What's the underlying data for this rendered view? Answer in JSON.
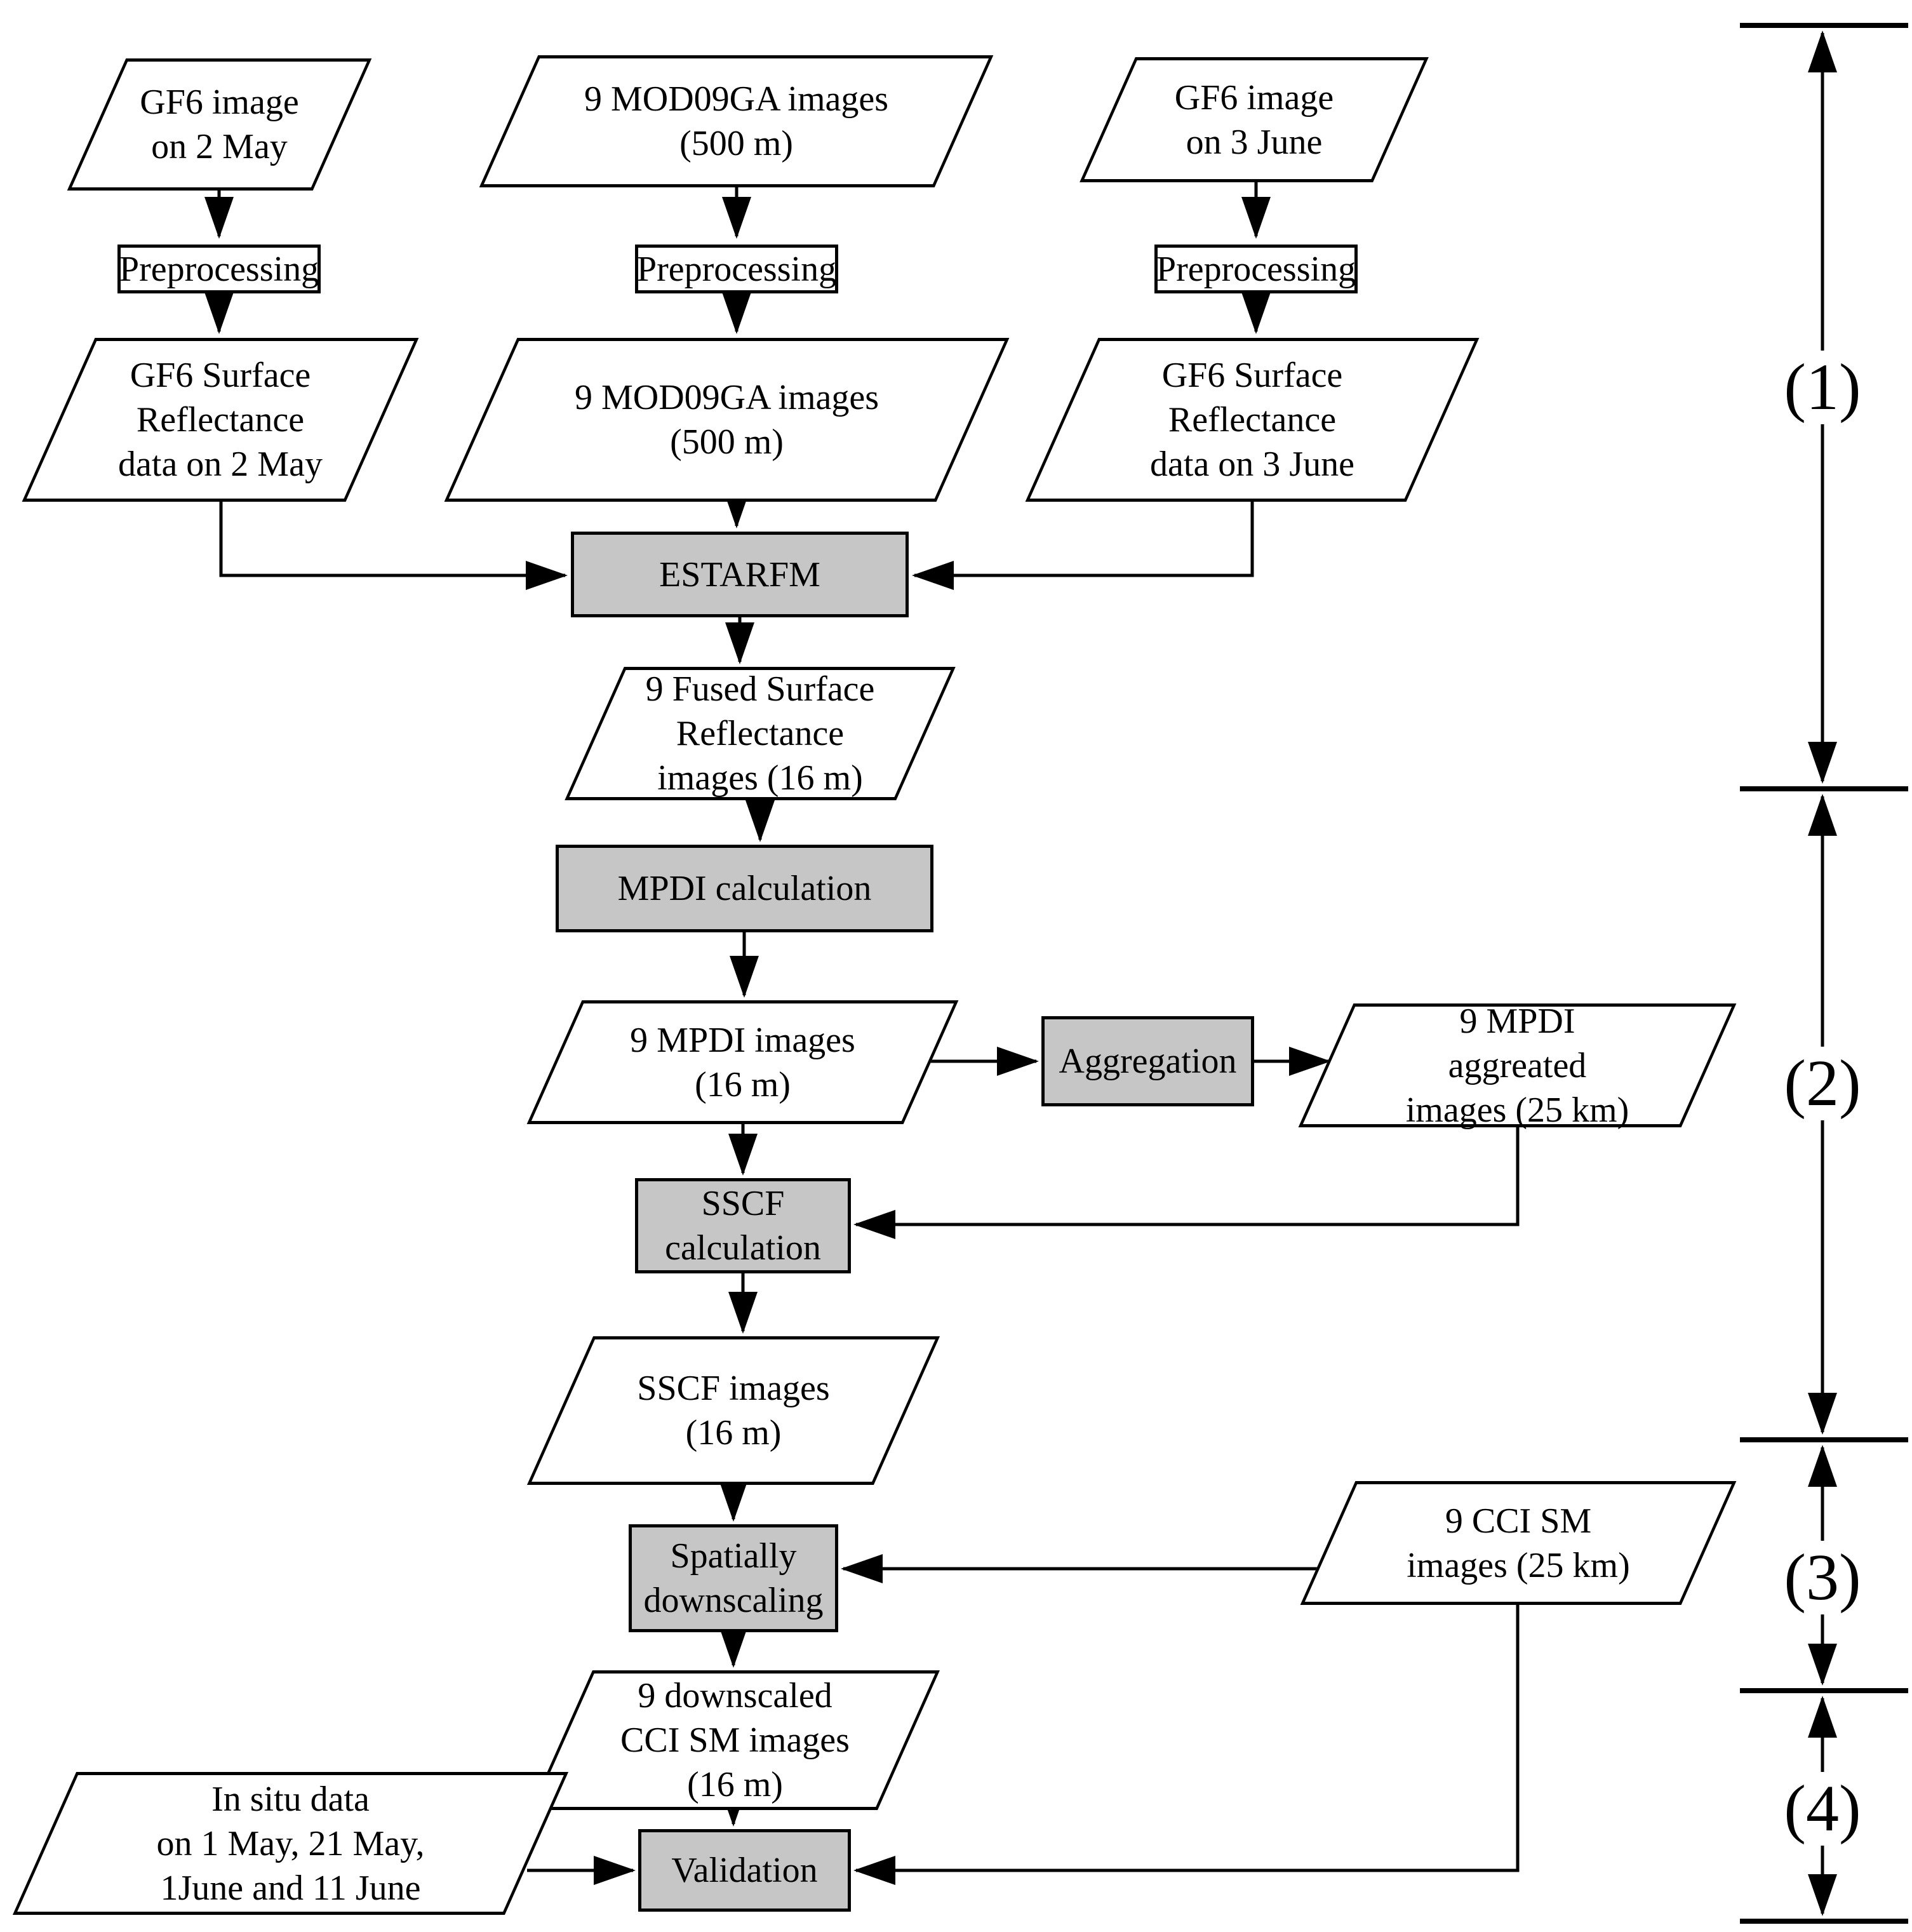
{
  "figure": {
    "title": "Flowchart of soil moisture downscaling methodology",
    "colors": {
      "process_fill": "#c6c6c6",
      "io_fill": "#ffffff",
      "stroke": "#000000",
      "background": "#ffffff"
    },
    "nodes": {
      "gf6_image_2may": {
        "shape": "parallelogram",
        "label": "GF6 image\non 2 May"
      },
      "mod09ga_raw": {
        "shape": "parallelogram",
        "label": "9 MOD09GA images\n(500 m)"
      },
      "gf6_image_3june": {
        "shape": "parallelogram",
        "label": "GF6 image\non 3 June"
      },
      "preprocessing_1": {
        "shape": "process-white",
        "label": "Preprocessing"
      },
      "preprocessing_2": {
        "shape": "process-white",
        "label": "Preprocessing"
      },
      "preprocessing_3": {
        "shape": "process-white",
        "label": "Preprocessing"
      },
      "gf6_sr_2may": {
        "shape": "parallelogram",
        "label": "GF6 Surface\nReflectance\ndata on 2 May"
      },
      "mod09ga_sr": {
        "shape": "parallelogram",
        "label": "9 MOD09GA images\n(500 m)"
      },
      "gf6_sr_3june": {
        "shape": "parallelogram",
        "label": "GF6 Surface\nReflectance\ndata on 3 June"
      },
      "estarfm": {
        "shape": "process-gray",
        "label": "ESTARFM"
      },
      "fused_sr": {
        "shape": "parallelogram",
        "label": "9 Fused Surface\nReflectance\nimages (16 m)"
      },
      "mpdi_calculation": {
        "shape": "process-gray",
        "label": "MPDI calculation"
      },
      "mpdi_images": {
        "shape": "parallelogram",
        "label": "9 MPDI images\n(16 m)"
      },
      "aggregation": {
        "shape": "process-gray",
        "label": "Aggregation"
      },
      "mpdi_aggregated": {
        "shape": "parallelogram",
        "label": "9 MPDI\naggreated\nimages (25 km)"
      },
      "sscf_calculation": {
        "shape": "process-gray",
        "label": "SSCF\ncalculation"
      },
      "sscf_images": {
        "shape": "parallelogram",
        "label": "SSCF images\n(16 m)"
      },
      "spatially_downscaling": {
        "shape": "process-gray",
        "label": "Spatially\ndownscaling"
      },
      "cci_sm_images": {
        "shape": "parallelogram",
        "label": "9 CCI SM\nimages (25 km)"
      },
      "downscaled_cci": {
        "shape": "parallelogram",
        "label": "9 downscaled\nCCI SM images\n(16 m)"
      },
      "validation": {
        "shape": "process-gray",
        "label": "Validation"
      },
      "in_situ": {
        "shape": "parallelogram",
        "label": "In situ data\non 1 May, 21 May,\n1June and 11 June"
      }
    },
    "stage_labels": [
      {
        "text": "(1)"
      },
      {
        "text": "(2)"
      },
      {
        "text": "(3)"
      },
      {
        "text": "(4)"
      }
    ]
  }
}
